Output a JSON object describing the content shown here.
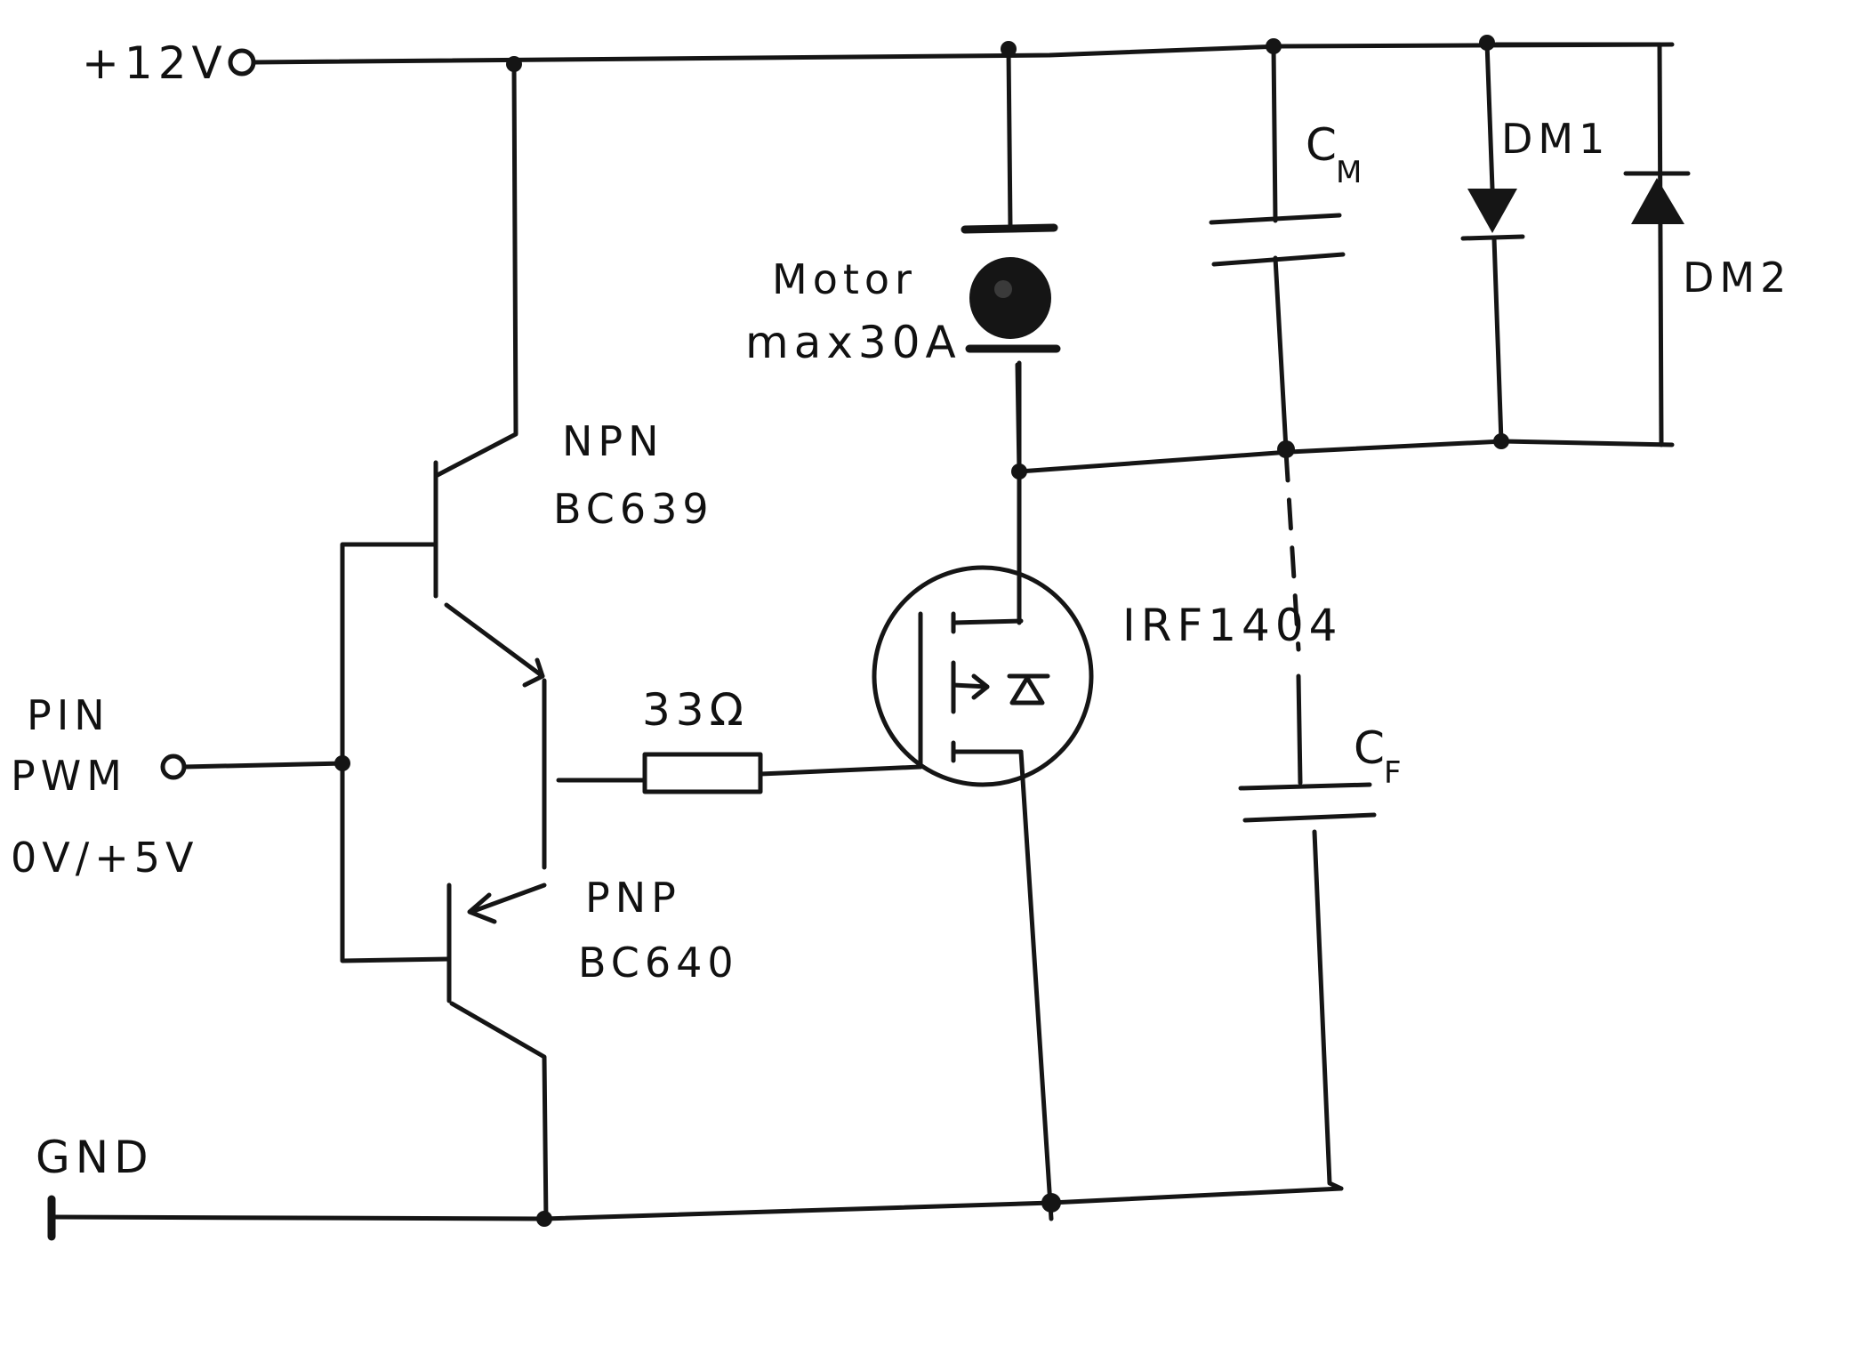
{
  "labels": {
    "supply": "+12V",
    "input_line1": "PIN",
    "input_line2": "PWM",
    "input_line3": "0V/+5V",
    "ground": "GND",
    "npn_line1": "NPN",
    "npn_line2": "BC639",
    "pnp_line1": "PNP",
    "pnp_line2": "BC640",
    "resistor": "33Ω",
    "motor_line1": "Motor",
    "motor_line2": "max30A",
    "mosfet": "IRF1404",
    "cap_m": "C",
    "cap_m_sub": "M",
    "cap_f": "C",
    "cap_f_sub": "F",
    "diode1": "DM1",
    "diode2": "DM2"
  },
  "colors": {
    "ink": "#151515",
    "paper": "#ffffff"
  }
}
